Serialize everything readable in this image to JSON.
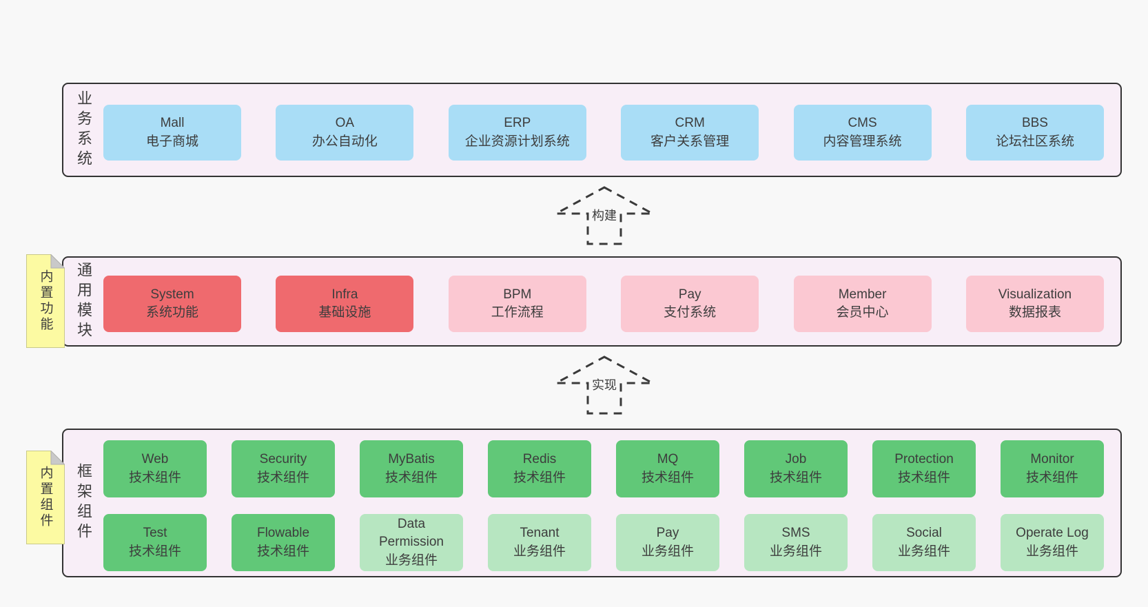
{
  "colors": {
    "page-bg": "#f8f8f8",
    "panel-bg": "#f8eef7",
    "panel-border": "#333333",
    "box-blue": "#a9ddf6",
    "box-red": "#ef6a6e",
    "box-pink": "#fbc8d2",
    "box-green": "#61c878",
    "box-light-green": "#b7e6c1",
    "note-yellow": "#fcfaa2",
    "note-fold": "#c9c9c9",
    "arrow-stroke": "#3a3a3a",
    "text": "#3d3d3d"
  },
  "sections": {
    "business": {
      "label": "业务系统",
      "boxes": [
        {
          "en": "Mall",
          "zh": "电子商城"
        },
        {
          "en": "OA",
          "zh": "办公自动化"
        },
        {
          "en": "ERP",
          "zh": "企业资源计划系统"
        },
        {
          "en": "CRM",
          "zh": "客户关系管理"
        },
        {
          "en": "CMS",
          "zh": "内容管理系统"
        },
        {
          "en": "BBS",
          "zh": "论坛社区系统"
        }
      ]
    },
    "modules": {
      "label": "通用模块",
      "note": "内置功能",
      "boxes": [
        {
          "en": "System",
          "zh": "系统功能"
        },
        {
          "en": "Infra",
          "zh": "基础设施"
        },
        {
          "en": "BPM",
          "zh": "工作流程"
        },
        {
          "en": "Pay",
          "zh": "支付系统"
        },
        {
          "en": "Member",
          "zh": "会员中心"
        },
        {
          "en": "Visualization",
          "zh": "数据报表"
        }
      ]
    },
    "components": {
      "label": "框架组件",
      "note": "内置组件",
      "row1": [
        {
          "en": "Web",
          "zh": "技术组件"
        },
        {
          "en": "Security",
          "zh": "技术组件"
        },
        {
          "en": "MyBatis",
          "zh": "技术组件"
        },
        {
          "en": "Redis",
          "zh": "技术组件"
        },
        {
          "en": "MQ",
          "zh": "技术组件"
        },
        {
          "en": "Job",
          "zh": "技术组件"
        },
        {
          "en": "Protection",
          "zh": "技术组件"
        },
        {
          "en": "Monitor",
          "zh": "技术组件"
        }
      ],
      "row2": [
        {
          "en": "Test",
          "zh": "技术组件"
        },
        {
          "en": "Flowable",
          "zh": "技术组件"
        },
        {
          "en": "Data Permission",
          "zh": "业务组件"
        },
        {
          "en": "Tenant",
          "zh": "业务组件"
        },
        {
          "en": "Pay",
          "zh": "业务组件"
        },
        {
          "en": "SMS",
          "zh": "业务组件"
        },
        {
          "en": "Social",
          "zh": "业务组件"
        },
        {
          "en": "Operate Log",
          "zh": "业务组件"
        }
      ]
    }
  },
  "arrows": {
    "build": {
      "label": "构建"
    },
    "implement": {
      "label": "实现"
    }
  }
}
